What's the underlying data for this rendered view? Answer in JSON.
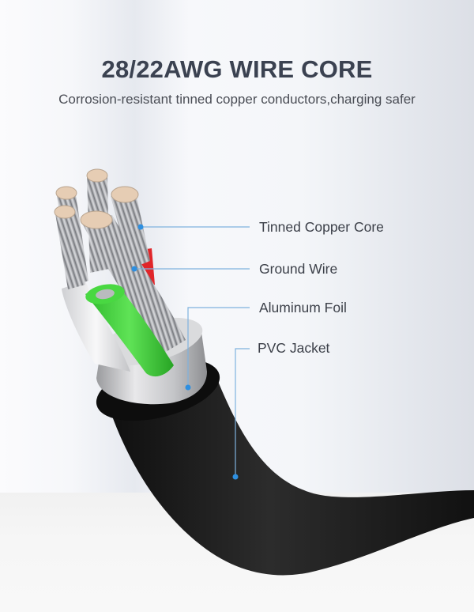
{
  "header": {
    "title": "28/22AWG WIRE CORE",
    "subtitle": "Corrosion-resistant tinned copper conductors,charging safer"
  },
  "callouts": [
    {
      "label": "Tinned Copper Core",
      "target": "copper-strands"
    },
    {
      "label": "Ground Wire",
      "target": "ground-wire"
    },
    {
      "label": "Aluminum Foil",
      "target": "aluminum-foil"
    },
    {
      "label": "PVC Jacket",
      "target": "pvc-jacket"
    }
  ],
  "colors": {
    "title": "#3b4251",
    "subtitle": "#4a4d55",
    "callout_line": "#6fa8dc",
    "callout_dot": "#2e8fe0",
    "jacket": "#1a1a1a",
    "foil": "#c9cacc",
    "green_wire": "#3fcf3a",
    "red_wire": "#e0262a",
    "white_wire": "#eeeeee",
    "copper_tip": "#e6cdb4"
  }
}
